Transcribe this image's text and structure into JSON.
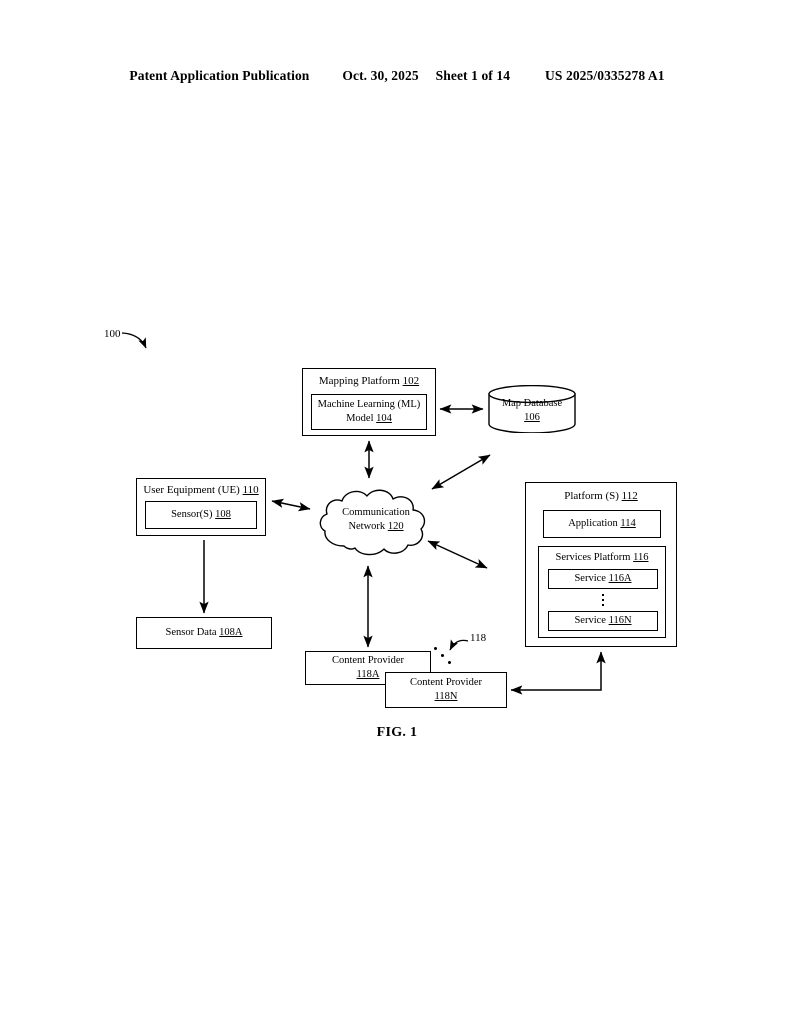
{
  "header": {
    "publication": "Patent Application Publication",
    "date": "Oct. 30, 2025",
    "sheet": "Sheet 1 of 14",
    "document_number": "US 2025/0335278 A1"
  },
  "figure": {
    "caption": "FIG. 1",
    "system_callout": "100",
    "providers_callout": "118"
  },
  "nodes": {
    "mapping_platform": {
      "label": "Mapping Platform",
      "ref": "102"
    },
    "ml_model": {
      "line1": "Machine Learning (ML)",
      "line2": "Model",
      "ref": "104"
    },
    "map_database": {
      "label": "Map Database",
      "ref": "106"
    },
    "user_equipment": {
      "label": "User Equipment (UE)",
      "ref": "110"
    },
    "sensors": {
      "label": "Sensor(S)",
      "ref": "108"
    },
    "sensor_data": {
      "label": "Sensor Data",
      "ref": "108A"
    },
    "communication_network": {
      "line1": "Communication",
      "line2": "Network",
      "ref": "120"
    },
    "platform_s": {
      "label": "Platform (S)",
      "ref": "112"
    },
    "application": {
      "label": "Application",
      "ref": "114"
    },
    "services_platform": {
      "label": "Services Platform",
      "ref": "116"
    },
    "service_a": {
      "label": "Service",
      "ref": "116A"
    },
    "service_n": {
      "label": "Service",
      "ref": "116N"
    },
    "content_provider_a": {
      "label": "Content Provider",
      "ref": "118A"
    },
    "content_provider_n": {
      "label": "Content Provider",
      "ref": "118N"
    }
  },
  "colors": {
    "ink": "#000000",
    "paper": "#ffffff"
  }
}
